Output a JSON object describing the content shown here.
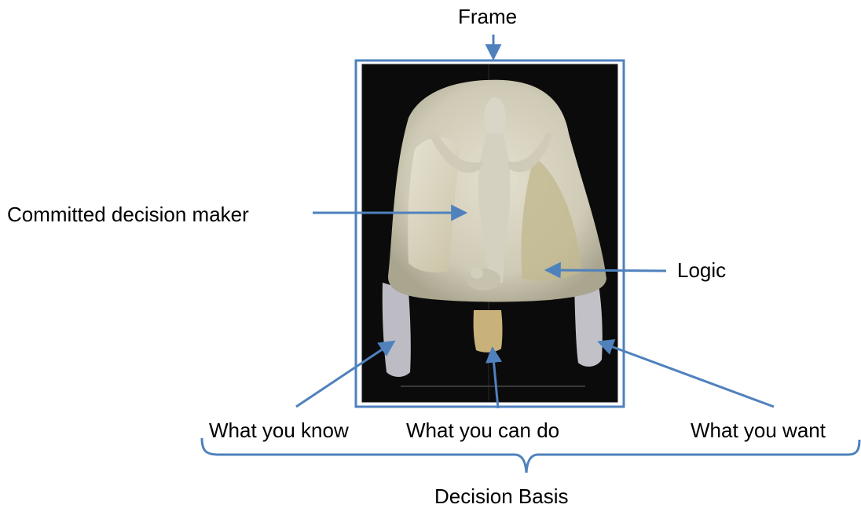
{
  "labels": {
    "frame": "Frame",
    "decision_maker": "Committed decision maker",
    "logic": "Logic",
    "what_you_know": "What you know",
    "what_you_can_do": "What you can do",
    "what_you_want": "What you want",
    "decision_basis": "Decision Basis"
  },
  "colors": {
    "arrow": "#4f81bd",
    "frame_border": "#4f81bd",
    "photo_background": "#0b0b0b",
    "chair": "#d8d5c4"
  },
  "image": {
    "subject": "stone-chair-figurine-photo"
  }
}
